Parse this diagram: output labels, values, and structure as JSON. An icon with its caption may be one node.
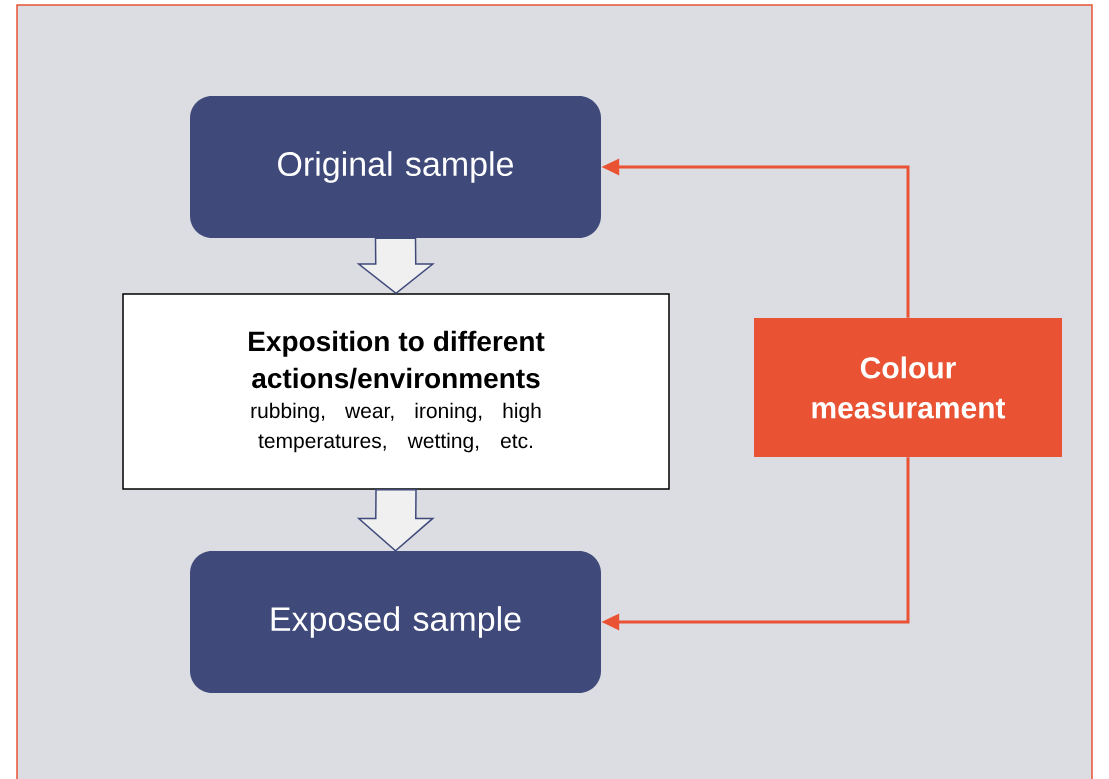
{
  "diagram": {
    "nodes": [
      {
        "text": [
          "Original sample"
        ]
      },
      {
        "text": [
          "Exposition to different actions/environments",
          "rubbing, wear, ironing, high temperatures, wetting, etc."
        ]
      },
      {
        "text": [
          "Exposed sample"
        ]
      },
      {
        "text": [
          "Colour measurament"
        ]
      }
    ],
    "edges": [
      {
        "from": 0,
        "to": 1,
        "arrow": "to",
        "style": "thick"
      },
      {
        "from": 1,
        "to": 2,
        "arrow": "to",
        "style": "thick"
      },
      {
        "from": 3,
        "to": 0,
        "arrow": "to",
        "color": "#e95334"
      },
      {
        "from": 3,
        "to": 2,
        "arrow": "to",
        "color": "#e95334"
      }
    ]
  }
}
